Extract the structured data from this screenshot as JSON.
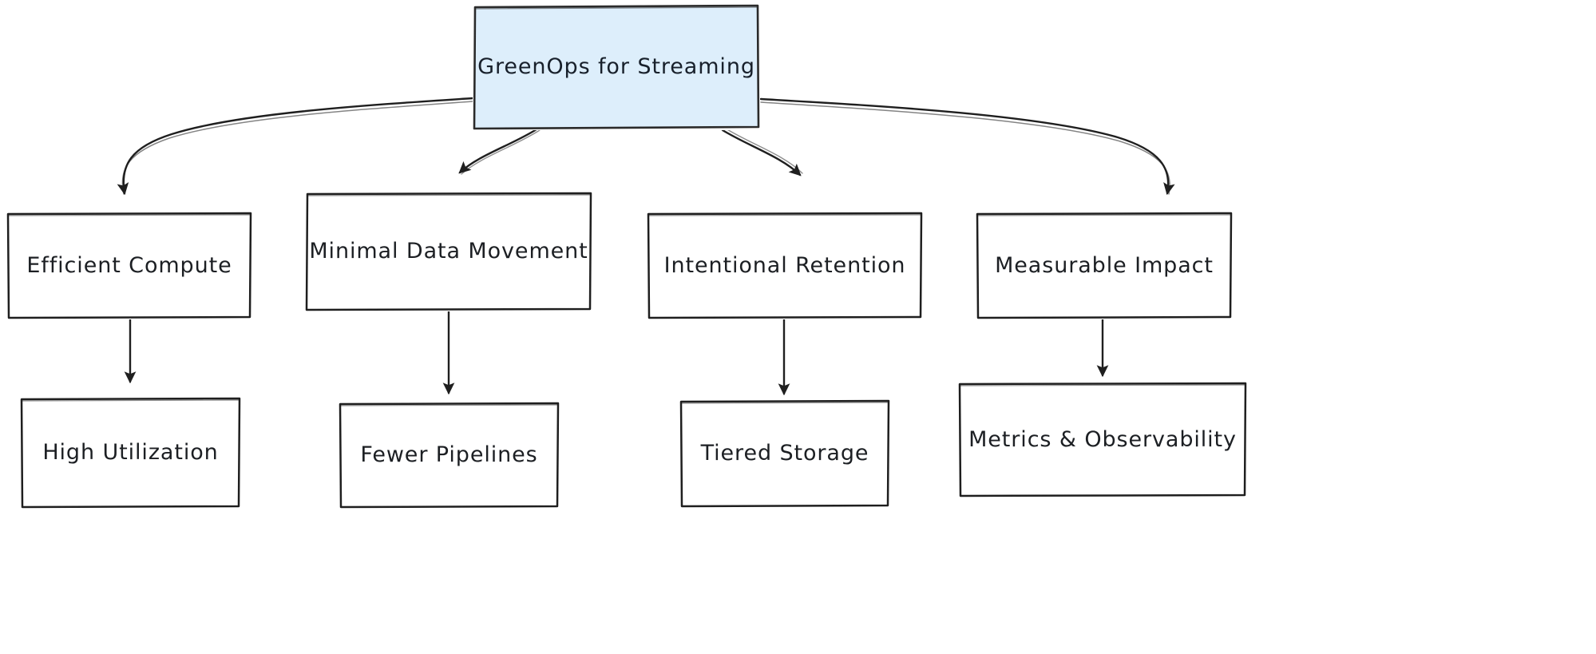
{
  "diagram": {
    "type": "flowchart",
    "direction": "top-down",
    "title": "GreenOps for Streaming",
    "style": "hand-drawn-sketch",
    "background_color": "#ffffff",
    "root_fill_color": "#ddeefb",
    "root_stroke_color": "#2b2b2b",
    "node_fill_color": "#ffffff",
    "node_stroke_color": "#1f1f1f",
    "edge_color": "#1f1f1f",
    "text_color": "#1c1f23"
  },
  "nodes": {
    "root": {
      "id": "root",
      "label": "GreenOps for Streaming",
      "level": 0
    },
    "branches": [
      {
        "id": "efficient-compute",
        "label": "Efficient Compute",
        "level": 1
      },
      {
        "id": "minimal-data-movement",
        "label": "Minimal Data Movement",
        "level": 1
      },
      {
        "id": "intentional-retention",
        "label": "Intentional Retention",
        "level": 1
      },
      {
        "id": "measurable-impact",
        "label": "Measurable Impact",
        "level": 1
      }
    ],
    "leaves": [
      {
        "id": "high-utilization",
        "label": "High Utilization",
        "level": 2,
        "parent": "efficient-compute"
      },
      {
        "id": "fewer-pipelines",
        "label": "Fewer Pipelines",
        "level": 2,
        "parent": "minimal-data-movement"
      },
      {
        "id": "tiered-storage",
        "label": "Tiered Storage",
        "level": 2,
        "parent": "intentional-retention"
      },
      {
        "id": "metrics-observability",
        "label": "Metrics & Observability",
        "level": 2,
        "parent": "measurable-impact"
      }
    ]
  },
  "edges": [
    {
      "from": "root",
      "to": "efficient-compute"
    },
    {
      "from": "root",
      "to": "minimal-data-movement"
    },
    {
      "from": "root",
      "to": "intentional-retention"
    },
    {
      "from": "root",
      "to": "measurable-impact"
    },
    {
      "from": "efficient-compute",
      "to": "high-utilization"
    },
    {
      "from": "minimal-data-movement",
      "to": "fewer-pipelines"
    },
    {
      "from": "intentional-retention",
      "to": "tiered-storage"
    },
    {
      "from": "measurable-impact",
      "to": "metrics-observability"
    }
  ]
}
